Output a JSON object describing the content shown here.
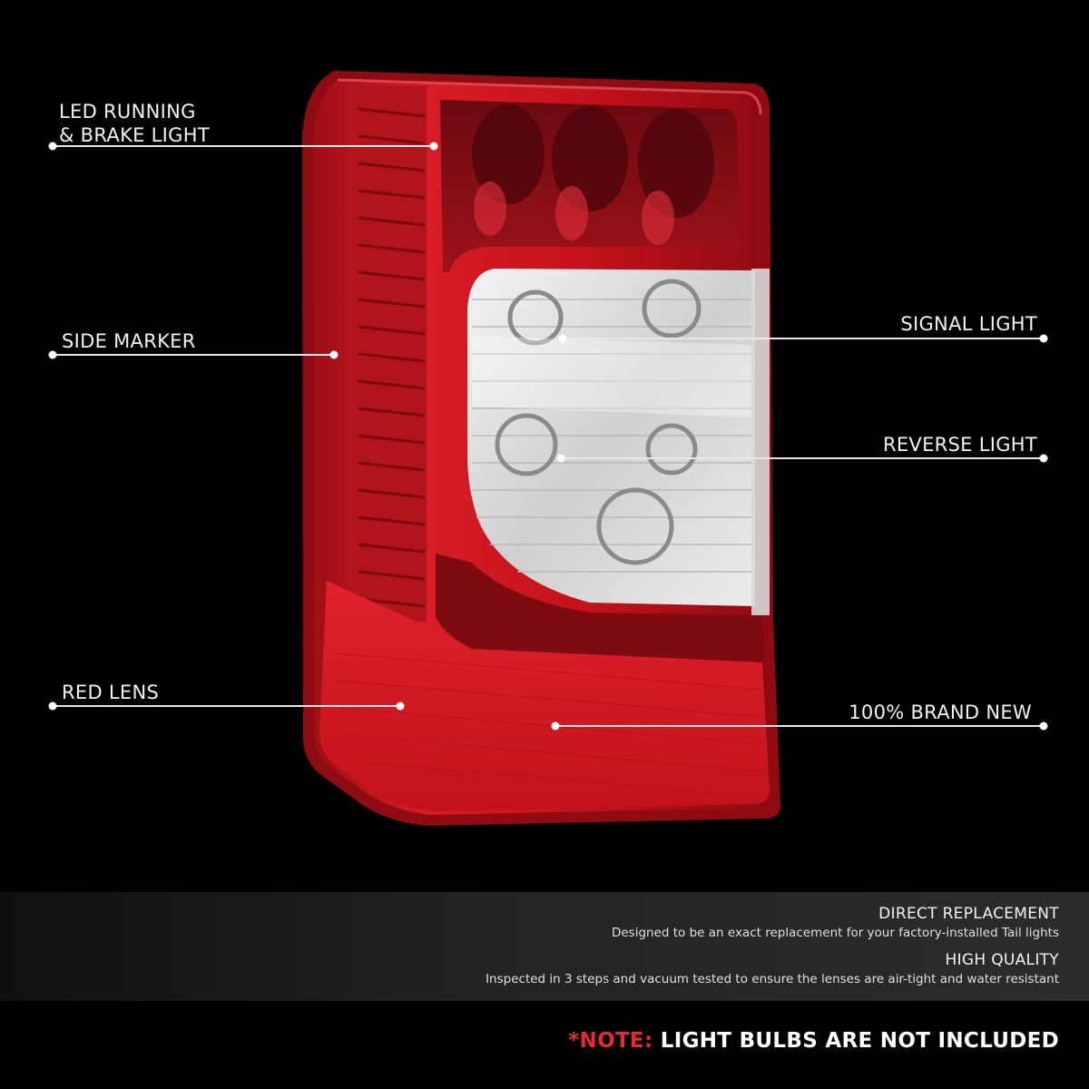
{
  "callouts": {
    "led_running": "LED RUNNING\n& BRAKE LIGHT",
    "side_marker": "SIDE MARKER",
    "red_lens": "RED LENS",
    "signal_light": "SIGNAL LIGHT",
    "reverse_light": "REVERSE LIGHT",
    "brand_new": "100% BRAND NEW"
  },
  "features": [
    {
      "title": "DIRECT REPLACEMENT",
      "description": "Designed to be an exact replacement for your factory-installed Tail lights"
    },
    {
      "title": "HIGH QUALITY",
      "description": "Inspected in 3 steps and vacuum tested to ensure the lenses are air-tight and water resistant"
    }
  ],
  "note": {
    "prefix": "*NOTE:",
    "text": "LIGHT BULBS ARE NOT INCLUDED"
  },
  "colors": {
    "background": "#000000",
    "lens_red": "#d11a24",
    "note_accent": "#e52b2b"
  }
}
